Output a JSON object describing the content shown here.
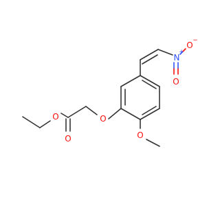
{
  "molecule": {
    "atoms": {
      "ester_carbonyl_oxygen": "O",
      "ester_ether_oxygen": "O",
      "aryl_ether_oxygen": "O",
      "methoxy_oxygen": "O",
      "nitro_nitrogen": "N",
      "nitro_nitrogen_charge": "+",
      "nitro_oxygen_top": "O",
      "nitro_oxygen_top_charge": "−",
      "nitro_oxygen_bottom": "O"
    },
    "colors": {
      "bond": "#333333",
      "oxygen": "#ff0d0d",
      "nitrogen": "#3050f8"
    }
  }
}
